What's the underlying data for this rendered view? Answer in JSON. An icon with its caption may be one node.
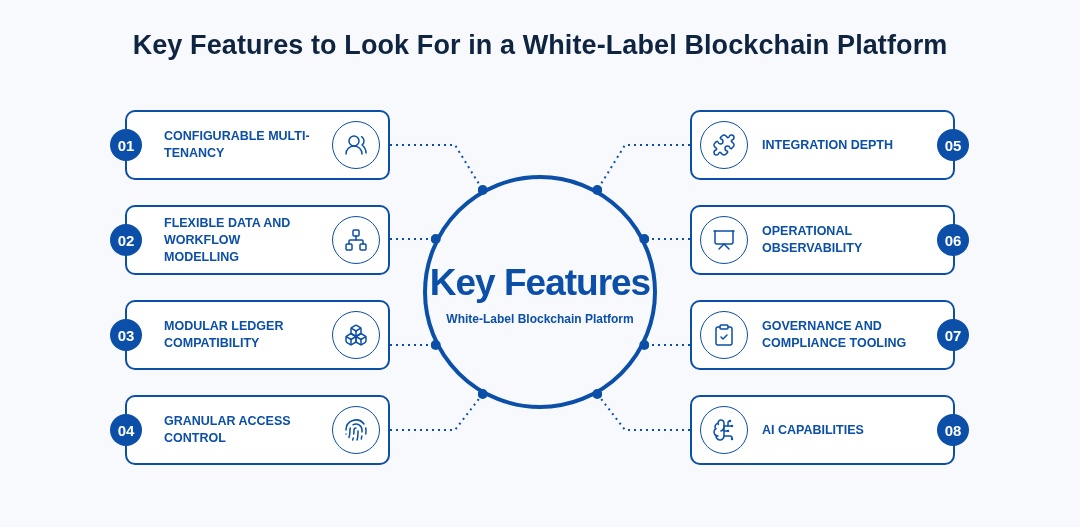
{
  "diagram": {
    "title": "Key Features to Look For in a White-Label Blockchain Platform",
    "nodes": [
      {
        "text": [
          "Key Features",
          "White-Label Blockchain Platform"
        ]
      },
      {
        "text": [
          "01",
          "CONFIGURABLE MULTI-TENANCY"
        ]
      },
      {
        "text": [
          "02",
          "FLEXIBLE DATA AND WORKFLOW MODELLING"
        ]
      },
      {
        "text": [
          "03",
          "MODULAR LEDGER COMPATIBILITY"
        ]
      },
      {
        "text": [
          "04",
          "GRANULAR ACCESS CONTROL"
        ]
      },
      {
        "text": [
          "INTEGRATION DEPTH",
          "05"
        ]
      },
      {
        "text": [
          "OPERATIONAL OBSERVABILITY",
          "06"
        ]
      },
      {
        "text": [
          "GOVERNANCE AND COMPLIANCE TOOLING",
          "07"
        ]
      },
      {
        "text": [
          "AI CAPABILITIES",
          "08"
        ]
      }
    ],
    "edges": [
      {
        "from": 1,
        "to": 0,
        "arrow": "other",
        "style": "dashed"
      },
      {
        "from": 2,
        "to": 0,
        "arrow": "other",
        "style": "dashed"
      },
      {
        "from": 3,
        "to": 0,
        "arrow": "other",
        "style": "dashed"
      },
      {
        "from": 4,
        "to": 0,
        "arrow": "other",
        "style": "dashed"
      },
      {
        "from": 5,
        "to": 0,
        "arrow": "other",
        "style": "dashed"
      },
      {
        "from": 6,
        "to": 0,
        "arrow": "other",
        "style": "dashed"
      },
      {
        "from": 7,
        "to": 0,
        "arrow": "other",
        "style": "dashed"
      },
      {
        "from": 8,
        "to": 0,
        "arrow": "other",
        "style": "dashed"
      }
    ]
  }
}
